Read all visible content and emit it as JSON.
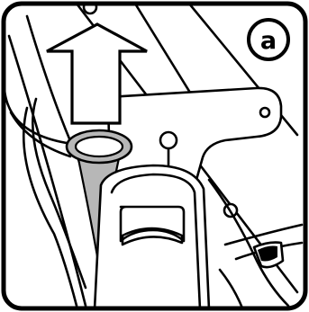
{
  "step": {
    "label": "a"
  },
  "colors": {
    "frame": "#000000",
    "background": "#ffffff",
    "strap_highlight": "#b7b7b7"
  },
  "icons": {
    "direction": "arrow-up",
    "step_marker": "circled-letter"
  }
}
